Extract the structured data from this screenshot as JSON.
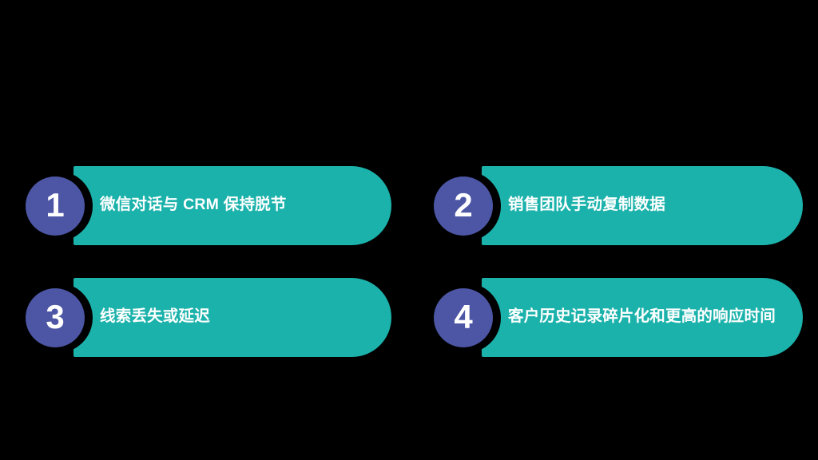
{
  "colors": {
    "background": "#000000",
    "bar_teal": "#1BB2AB",
    "badge_indigo": "#4C56A5",
    "text_white": "#FFFFFF"
  },
  "items": [
    {
      "number": "1",
      "label": "微信对话与 CRM 保持脱节"
    },
    {
      "number": "2",
      "label": "销售团队手动复制数据"
    },
    {
      "number": "3",
      "label": "线索丢失或延迟"
    },
    {
      "number": "4",
      "label": "客户历史记录碎片化和更高的响应时间"
    }
  ]
}
